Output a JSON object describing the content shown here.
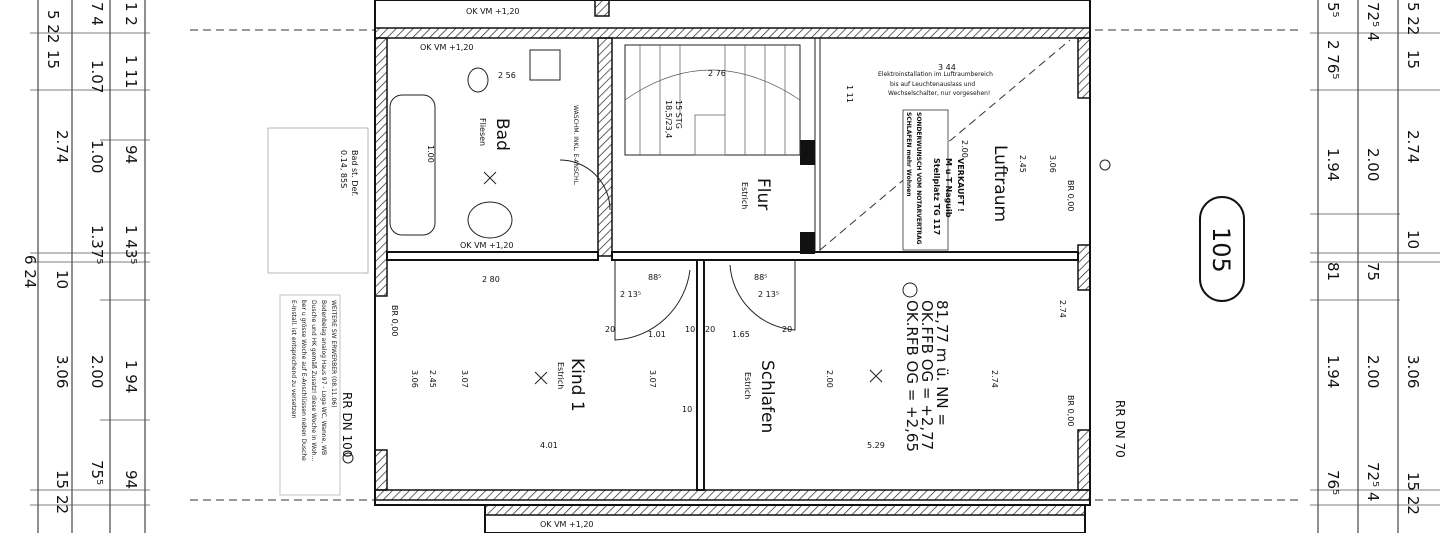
{
  "rooms": {
    "bad": {
      "name": "Bad",
      "floor": "Fliesen"
    },
    "flur": {
      "name": "Flur",
      "floor": "Estrich"
    },
    "kind1": {
      "name": "Kind 1",
      "floor": "Estrich"
    },
    "schlafen": {
      "name": "Schlafen",
      "floor": "Estrich"
    },
    "luftraum": {
      "name": "Luftraum"
    }
  },
  "unit_number": "105",
  "levels": {
    "nn": "81,77 m ü. NN =",
    "ffb": "OK.FFB OG = +2,77",
    "rfb": "OK.RFB OG = +2,65"
  },
  "stair": {
    "label": "15 STG",
    "ratio": "18,5/23,4"
  },
  "notes": {
    "elektro": [
      "Elektroinstallation im Luftraumbereich",
      "bis auf Leuchtenauslass und",
      "Wechselschalter, nur vorgesehen!"
    ],
    "sold": [
      "VERKAUFT !",
      "M u T Naguib",
      "Stellplatz TG 117"
    ],
    "sonderwunsch": [
      "SONDERWUNSCH VOM NOTARVERTRAG",
      "SCHLAFEN mehr Wohnen"
    ],
    "mehrere": [
      "WEITERE SW ERWERBER (08.11.06)",
      "Bodenbelag analog Haus 97 - Loga WC, Wanne, WB",
      "Dusche und HK gemäß Zusatz! diese Woche in Woh...",
      "ber u grösse Woche auf E-Anschlüssen neben Dusche",
      "E-Install. ist entsprechend zu versetzen"
    ],
    "left_box": [
      "Bad st. Def.",
      "0.14, 85S"
    ],
    "rr_left": "RR DN 100",
    "rr_right": "RR DN 70",
    "ok_vm": "OK VM +1,20",
    "br": "BR 0,00",
    "waschm": "WASCHM. INKL. E-ANSCHL."
  },
  "dimensions": {
    "left_outer": [
      "5 22",
      "15",
      "2.74",
      "10",
      "3.06",
      "15",
      "22"
    ],
    "left_total": "6 24",
    "left_mid": [
      "7 4",
      "1.07",
      "1.00",
      "1.37⁵",
      "2.00",
      "75⁵"
    ],
    "left_inner": [
      "1 2",
      "1 11",
      "94",
      "1 43⁵",
      "1 94",
      "94"
    ],
    "right_a": [
      "5⁵",
      "2 76⁵",
      "1.94",
      "81",
      "1.94",
      "76⁵"
    ],
    "right_b": [
      "72⁵ 4",
      "2.00",
      "75",
      "2.00",
      "72⁵ 4"
    ],
    "right_c": [
      "5 22",
      "15",
      "2.74",
      "10",
      "3.06",
      "15 22"
    ],
    "interior": [
      "2 80",
      "88⁵",
      "88⁵",
      "2 13⁵",
      "2 13⁵",
      "1.01",
      "1.65",
      "4.01",
      "5.29",
      "2.74",
      "2.45",
      "2.00",
      "3.06",
      "3.07",
      "3.07",
      "2.00",
      "2.45",
      "3.06",
      "2 56",
      "2 76",
      "3 44",
      "1 11",
      "1.00",
      "2.74",
      "20",
      "20",
      "20",
      "10",
      "10"
    ]
  }
}
